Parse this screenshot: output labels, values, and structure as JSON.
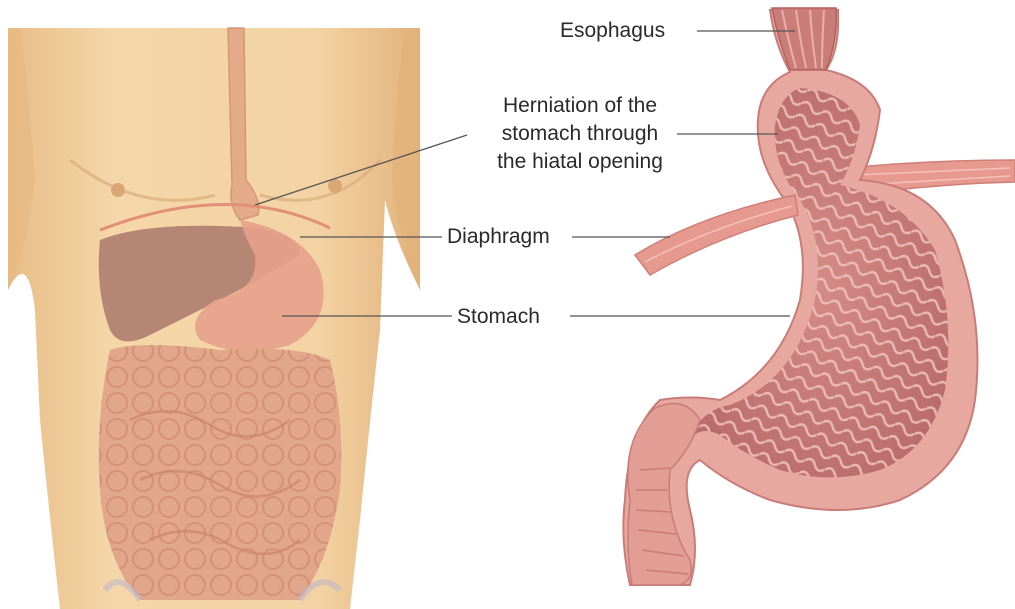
{
  "labels": {
    "esophagus": "Esophagus",
    "herniation_line1": "Herniation of the",
    "herniation_line2": "stomach through",
    "herniation_line3": "the hiatal opening",
    "diaphragm": "Diaphragm",
    "stomach": "Stomach"
  },
  "colors": {
    "skin": "#f2d3a2",
    "liver": "#a9786a",
    "intestine": "#e2a68b",
    "stomach_lining": "#c97c78",
    "stomach_wall": "#e7a8a0",
    "diaphragm": "#e69a8f",
    "leader_line": "#555555"
  }
}
